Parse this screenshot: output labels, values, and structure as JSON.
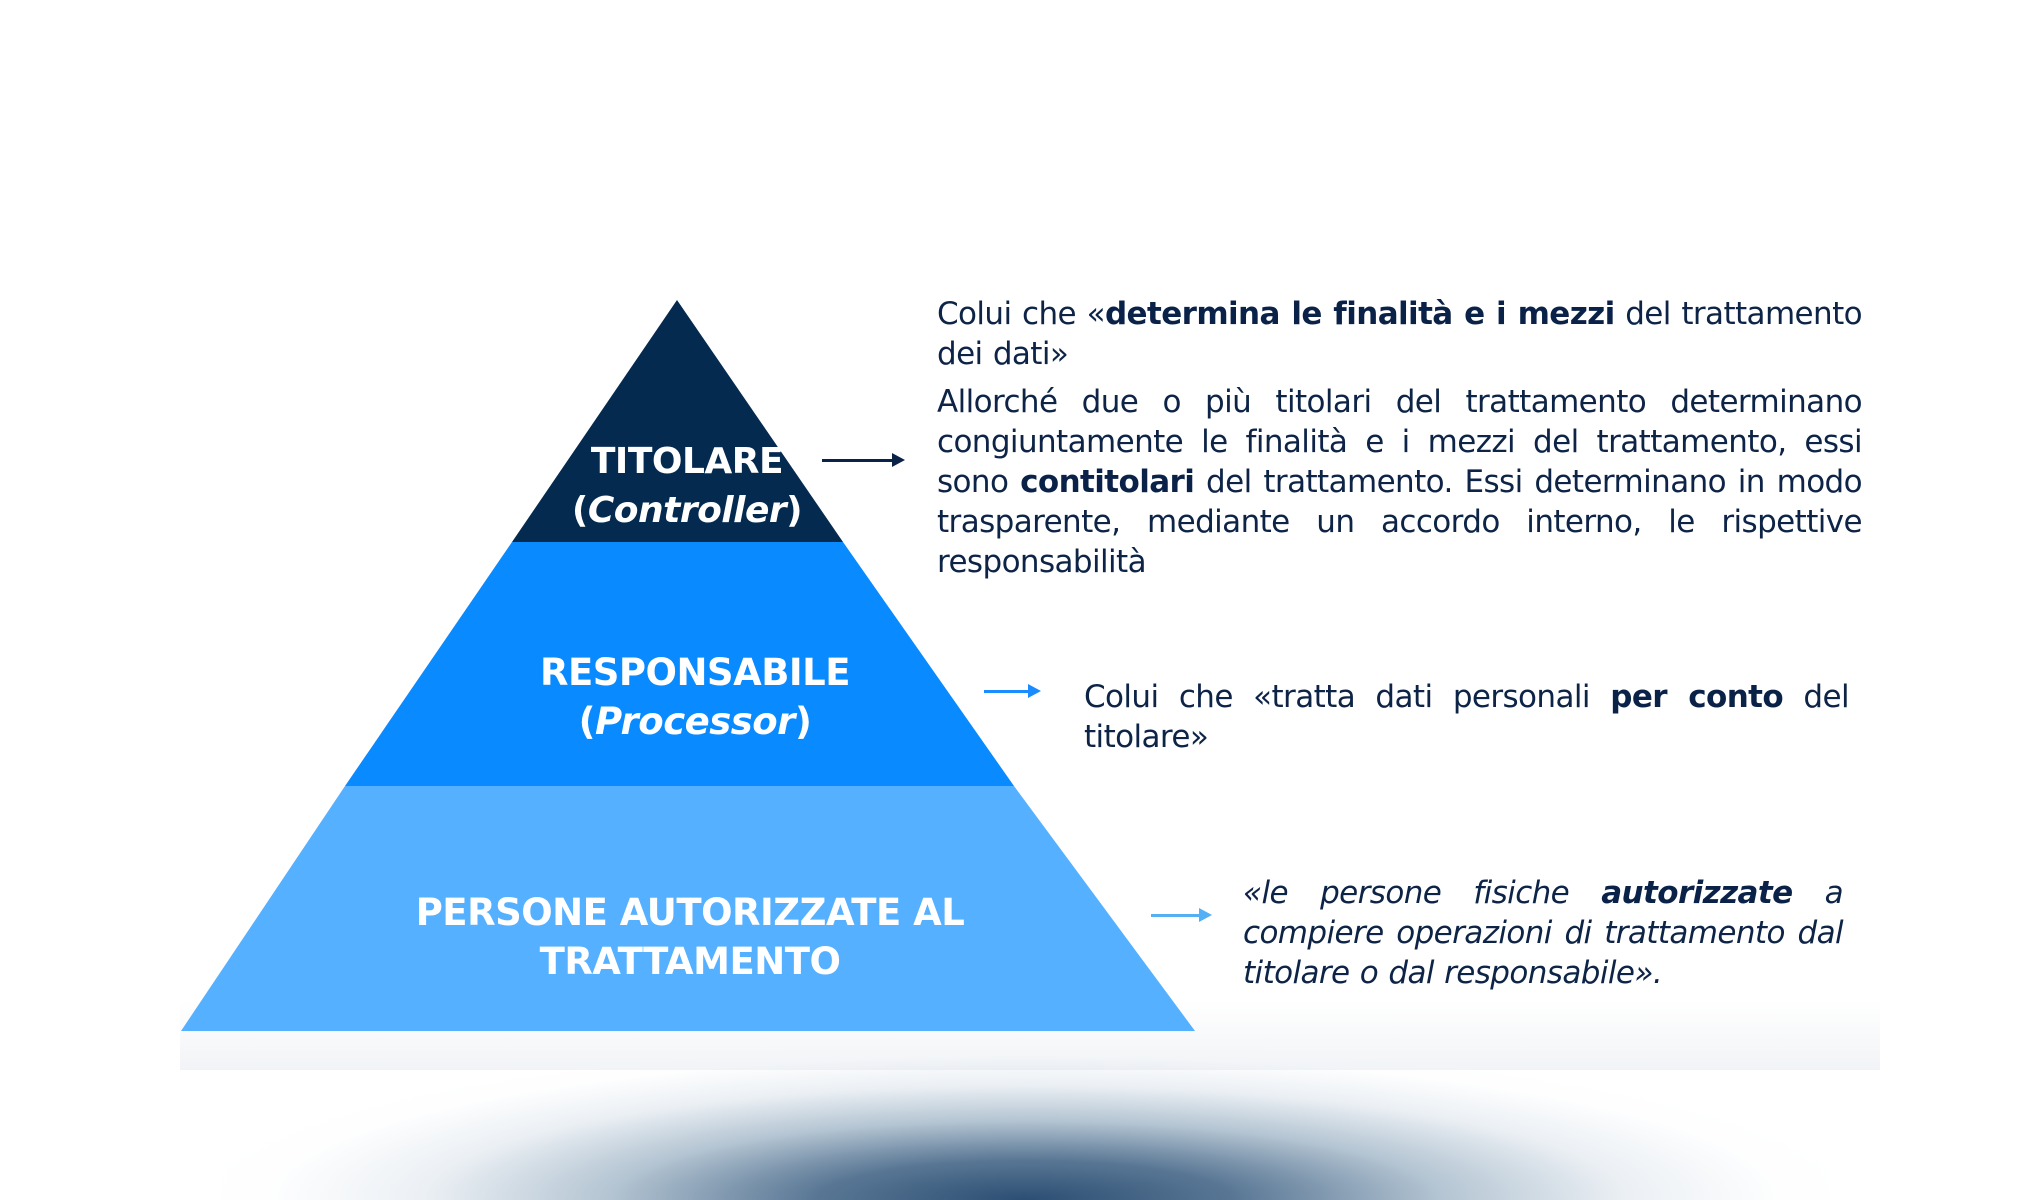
{
  "colors": {
    "tier_top": "#052a50",
    "tier_middle": "#0a8aff",
    "tier_bottom": "#55b0ff",
    "text_dark": "#0d2447",
    "arrow_top": "#0b2248",
    "arrow_middle": "#1a8cff",
    "arrow_bottom": "#55aff5",
    "glow": "#2e5073"
  },
  "pyramid": {
    "tiers": [
      {
        "id": "titolare",
        "title": "TITOLARE",
        "subtitle_open": "(",
        "subtitle": "Controller",
        "subtitle_close": ")"
      },
      {
        "id": "responsabile",
        "title": "RESPONSABILE",
        "subtitle_open": "(",
        "subtitle": "Processor",
        "subtitle_close": ")"
      },
      {
        "id": "persone-autorizzate",
        "title_line1": "PERSONE AUTORIZZATE AL",
        "title_line2": "TRATTAMENTO"
      }
    ]
  },
  "descriptions": {
    "titolare": {
      "p1_pre": "Colui che «",
      "p1_bold": "determina le finalità e i mezzi",
      "p1_post": " del trattamento dei dati»",
      "p2_pre": "Allorché due o più titolari del trattamento determinano congiuntamente le finalità e i mezzi del trattamento, essi sono ",
      "p2_bold": "contitolari",
      "p2_post": " del trattamento. Essi determinano in modo trasparente, mediante un accordo interno, le rispettive responsabilità"
    },
    "responsabile": {
      "pre": "Colui che «tratta dati personali ",
      "bold": "per conto",
      "post": " del titolare»"
    },
    "persone_autorizzate": {
      "pre": "«le persone fisiche ",
      "bold": "autorizzate",
      "post": " a compiere operazioni di trattamento dal titolare o dal responsabile»."
    }
  }
}
